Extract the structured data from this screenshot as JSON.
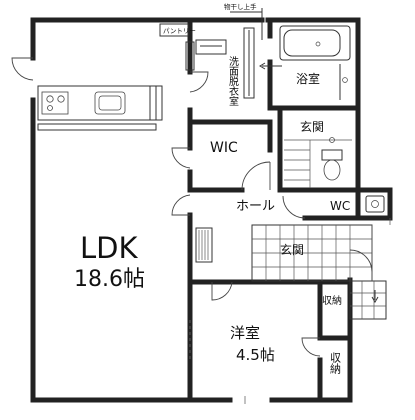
{
  "floorplan": {
    "rooms": {
      "ldk_name": "LDK",
      "ldk_size": "18.6帖",
      "western_name": "洋室",
      "western_size": "4.5帖",
      "wic": "WIC",
      "hall": "ホール",
      "wc": "WC",
      "entrance_upper": "玄関",
      "entrance_lower": "玄関",
      "bath": "浴室",
      "washroom": "洗面脱衣室",
      "pantry": "パントリー",
      "storage_small": "収納",
      "storage_large": "収納",
      "drying_pole": "物干し上手"
    }
  }
}
